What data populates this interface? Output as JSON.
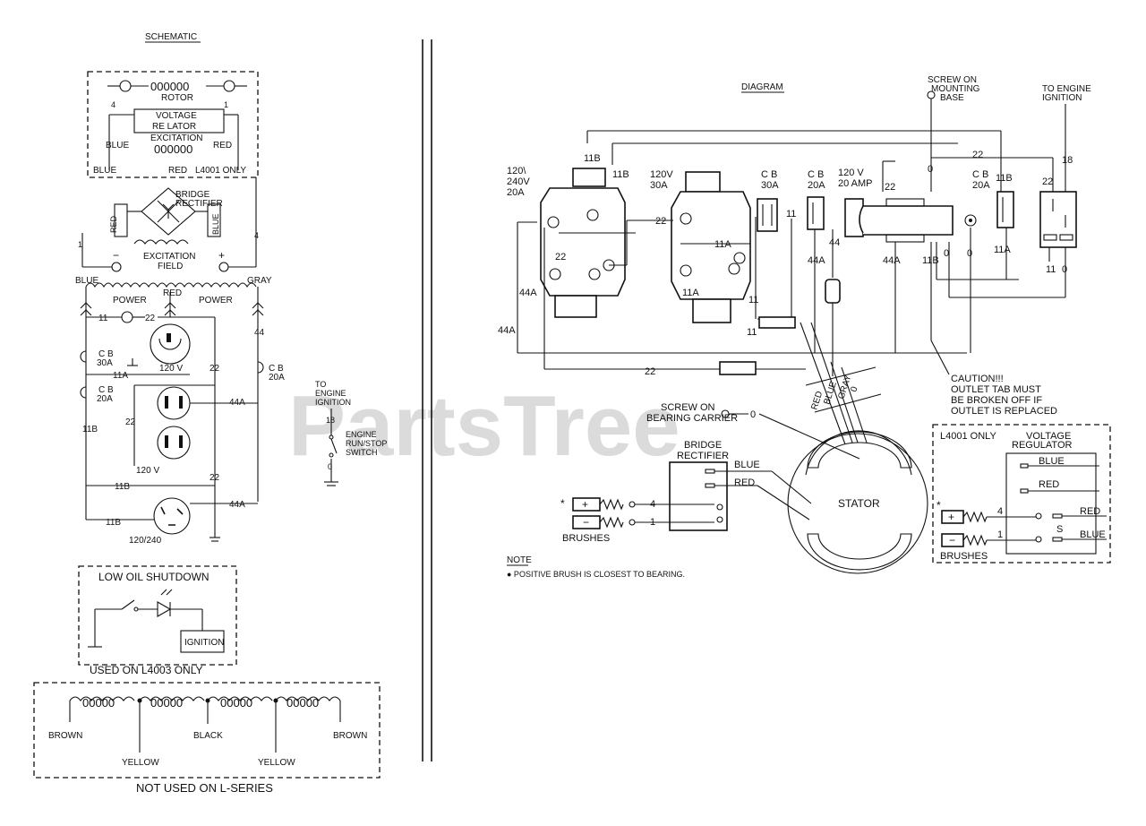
{
  "watermark": "PartsTree",
  "schematic": {
    "title": "SCHEMATIC",
    "rotor_box": {
      "rotor_label": "ROTOR",
      "rotor_coil": "000000",
      "voltage_label": "VOLTAGE",
      "regulator_label": "RE  LATOR",
      "excitation_label": "EXCITATION",
      "excitation_coil": "000000",
      "blue_left": "BLUE",
      "red_right": "RED",
      "blue_bottom": "BLUE",
      "red_bottom": "RED",
      "only_note": "L4001 ONLY",
      "num_4": "4",
      "num_1": "1"
    },
    "bridge_label": "BRIDGE",
    "rectifier_label": "RECTIFIER",
    "red_vertical": "RED",
    "blue_vertical": "BLUE",
    "wire_1": "1",
    "wire_4": "4",
    "excitation_label": "EXCITATION",
    "field_label": "FIELD",
    "minus": "−",
    "plus": "+",
    "blue": "BLUE",
    "red": "RED",
    "gray": "GRAY",
    "power_left": "POWER",
    "power_right": "POWER",
    "w11": "11",
    "w22": "22",
    "w22b": "22",
    "w22c": "22",
    "w22d": "22",
    "w44": "44",
    "w44a_1": "44A",
    "w44a_2": "44A",
    "w11a": "11A",
    "w11b_1": "11B",
    "w11b_2": "11B",
    "w11b_3": "11B",
    "cb30_a": "C B",
    "cb30_b": "30A",
    "cb20_a": "C B",
    "cb20_b": "20A",
    "cb20r_a": "C B",
    "cb20r_b": "20A",
    "v120_1": "120 V",
    "v120_2": "120 V",
    "v120_240": "120/240",
    "ignition": [
      "TO",
      "ENGINE",
      "IGNITION"
    ],
    "w18": "18",
    "run_stop": [
      "ENGINE",
      "RUN/STOP",
      "SWITCH"
    ],
    "w0": "0"
  },
  "low_oil": {
    "title": "LOW OIL SHUTDOWN",
    "ignition": "IGNITION",
    "footer": "USED ON L4003 ONLY"
  },
  "series": {
    "coils": [
      "00000",
      "00000",
      "00000",
      "00000"
    ],
    "brown_left": "BROWN",
    "yellow_left": "YELLOW",
    "black": "BLACK",
    "yellow_right": "YELLOW",
    "brown_right": "BROWN",
    "footer": "NOT USED ON L-SERIES"
  },
  "diagram": {
    "title": "DIAGRAM",
    "screw_mount": [
      "SCREW ON",
      "MOUNTING",
      "BASE"
    ],
    "to_ignition": [
      "TO ENGINE",
      "IGNITION"
    ],
    "outlet1": [
      "120\\",
      "240V",
      "20A"
    ],
    "outlet2": [
      "120V",
      "30A"
    ],
    "cb30": [
      "C B",
      "30A"
    ],
    "cb20": [
      "C B",
      "20A"
    ],
    "outlet3": [
      "120 V",
      "20 AMP"
    ],
    "cb20b": [
      "C B",
      "20A"
    ],
    "w11b_a": "11B",
    "w11b_b": "11B",
    "w11b_c": "11B",
    "w11b_d": "11B",
    "w22_a": "22",
    "w22_b": "22",
    "w22_c": "22",
    "w22_d": "22",
    "w22_e": "22",
    "w22_f": "22",
    "w11_a": "11",
    "w11_b": "11",
    "w11_c": "11",
    "w11a_a": "11A",
    "w11a_b": "11A",
    "w11a_c": "11A",
    "w44": "44",
    "w44a_a": "44A",
    "w44a_b": "44A",
    "w44a_c": "44A",
    "w44a_d": "44A",
    "w0_a": "0",
    "w0_b": "0",
    "w0_c": "0",
    "w0_d": "0",
    "w0_e": "0",
    "w18": "18",
    "red": "RED",
    "blue": "BLUE",
    "gray": "GRAY",
    "caution": [
      "CAUTION!!!",
      "OUTLET TAB MUST",
      "BE BROKEN OFF IF",
      "OUTLET IS REPLACED"
    ],
    "screw_bearing": [
      "SCREW ON",
      "BEARING CARRIER"
    ],
    "bridge": [
      "BRIDGE",
      "RECTIFIER"
    ],
    "rect_blue": "BLUE",
    "rect_red": "RED",
    "stator": "STATOR",
    "brush_4": "4",
    "brush_1": "1",
    "brush_plus": "+",
    "brush_minus": "−",
    "brush_star": "*",
    "brushes": "BRUSHES",
    "note_title": "NOTE",
    "note_text": "● POSITIVE BRUSH IS CLOSEST TO BEARING."
  },
  "l4001": {
    "title": "L4001 ONLY",
    "vr": [
      "VOLTAGE",
      "REGULATOR"
    ],
    "blue_top": "BLUE",
    "red_top": "RED",
    "red_right": "RED",
    "blue_right": "BLUE",
    "s_label": "S",
    "num_4": "4",
    "num_1": "1",
    "plus": "+",
    "minus": "−",
    "star": "*",
    "brushes": "BRUSHES"
  }
}
